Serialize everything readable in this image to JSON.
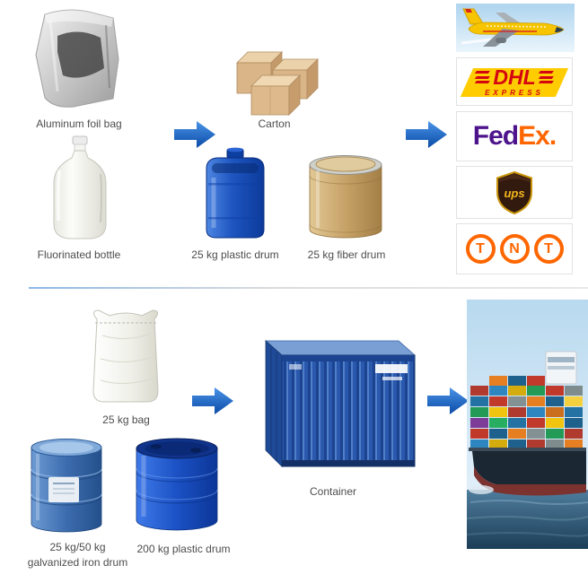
{
  "page": {
    "background": "#ffffff"
  },
  "packaging": {
    "aluminum_foil_bag": "Aluminum foil bag",
    "carton": "Carton",
    "fluorinated_bottle": "Fluorinated bottle",
    "plastic_drum_25kg": "25 kg plastic drum",
    "fiber_drum_25kg": "25 kg fiber drum",
    "bag_25kg": "25 kg bag",
    "container": "Container",
    "galvanized_iron_drum_line1": "25 kg/50 kg",
    "galvanized_iron_drum_line2": "galvanized iron drum",
    "plastic_drum_200kg": "200 kg plastic drum"
  },
  "carriers": {
    "dhl": {
      "name": "DHL",
      "tagline": "EXPRESS"
    },
    "fedex": {
      "part1": "Fed",
      "part2": "Ex",
      "suffix": "."
    },
    "ups": {
      "name": "ups"
    },
    "tnt": {
      "letters": [
        "T",
        "N",
        "T"
      ]
    }
  },
  "icons": {
    "flow_arrow": "right-arrow",
    "cargo_plane": "cargo-plane-photo",
    "container_ship": "container-ship-photo",
    "shipping_container": "shipping-container-photo"
  },
  "colors": {
    "arrow_blue_top": "#4a94e8",
    "arrow_blue_bottom": "#0a4aa6",
    "dhl_red": "#d40511",
    "dhl_yellow": "#ffcc00",
    "fedex_purple": "#4d148c",
    "fedex_orange": "#ff6600",
    "ups_brown": "#331a0f",
    "ups_gold": "#f5b81c",
    "tnt_orange": "#ff6600",
    "drum_blue": "#1e55c0",
    "fiber_tan": "#c6a267",
    "container_blue": "#2a58ad"
  }
}
